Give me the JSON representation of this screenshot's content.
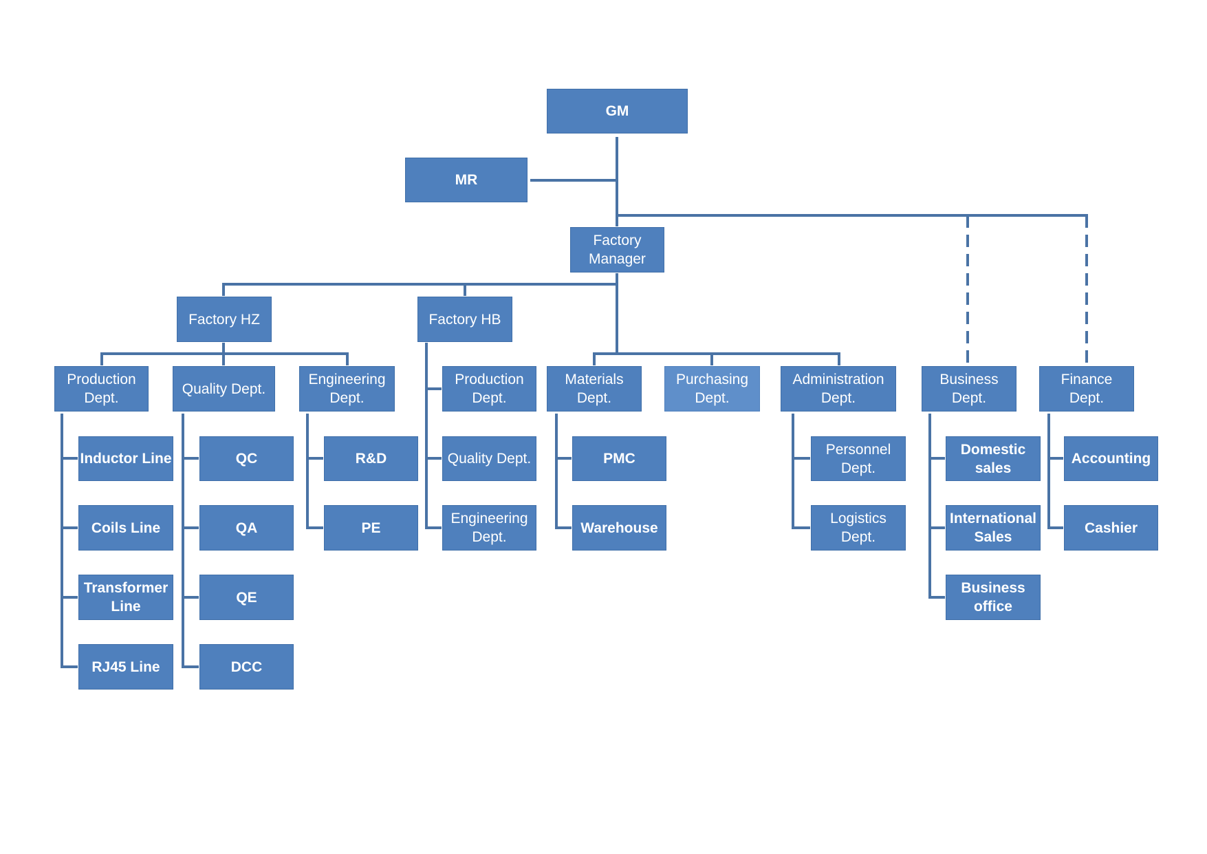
{
  "nodes": {
    "gm": "GM",
    "mr": "MR",
    "factory_manager": "Factory\nManager",
    "factory_hz": "Factory HZ",
    "factory_hb": "Factory HB",
    "hz_production": "Production\nDept.",
    "hz_quality": "Quality Dept.",
    "hz_engineering": "Engineering\nDept.",
    "inductor_line": "Inductor Line",
    "coils_line": "Coils Line",
    "transformer_line": "Transformer\nLine",
    "rj45_line": "RJ45 Line",
    "qc": "QC",
    "qa": "QA",
    "qe": "QE",
    "dcc": "DCC",
    "rd": "R&D",
    "pe": "PE",
    "hb_production": "Production\nDept.",
    "hb_quality": "Quality Dept.",
    "hb_engineering": "Engineering\nDept.",
    "materials": "Materials\nDept.",
    "pmc": "PMC",
    "warehouse": "Warehouse",
    "purchasing": "Purchasing\nDept.",
    "administration": "Administration\nDept.",
    "personnel": "Personnel\nDept.",
    "logistics": "Logistics\nDept.",
    "business": "Business\nDept.",
    "domestic_sales": "Domestic\nsales",
    "international_sales": "International\nSales",
    "business_office": "Business\noffice",
    "finance": "Finance\nDept.",
    "accounting": "Accounting",
    "cashier": "Cashier"
  },
  "colors": {
    "box": "#4f80bd",
    "box_light": "#5f8fca",
    "connector": "#4a73a5",
    "text": "#ffffff"
  }
}
